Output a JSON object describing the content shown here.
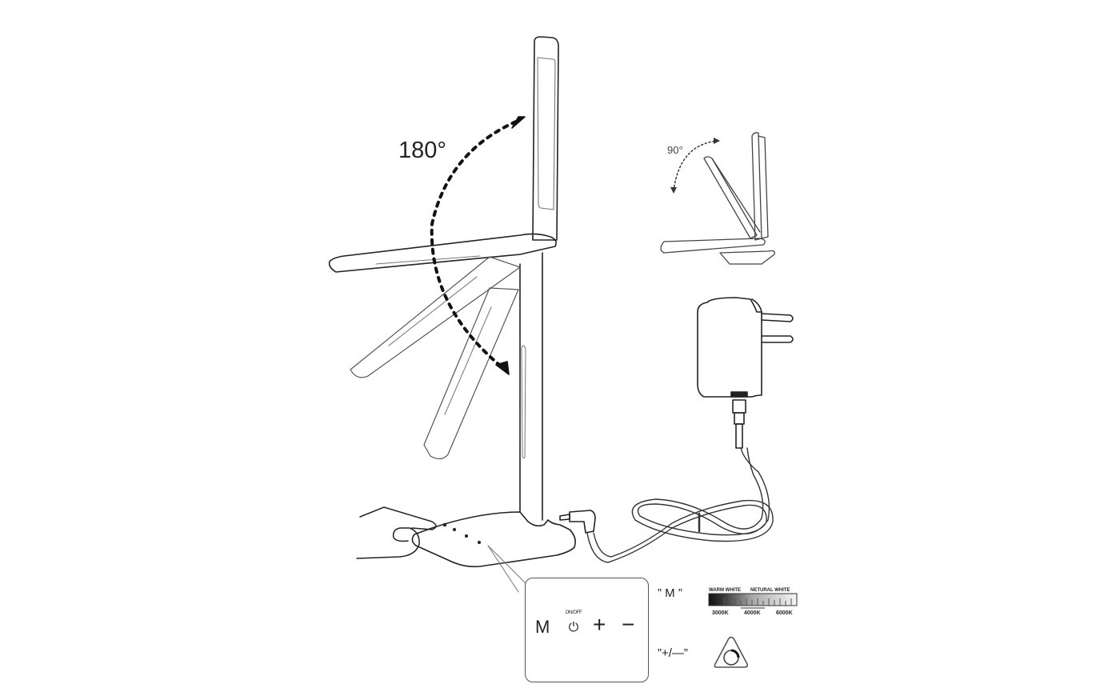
{
  "diagram": {
    "subject": "Foldable LED desk lamp usage illustration",
    "angles": {
      "main_rotation": "180°",
      "fold_rotation": "90°"
    },
    "control_panel": {
      "buttons": [
        {
          "id": "mode",
          "label": "M"
        },
        {
          "id": "power",
          "label": "ON/OFF",
          "icon": "power-icon"
        },
        {
          "id": "plus",
          "label": "+"
        },
        {
          "id": "minus",
          "label": "−"
        }
      ]
    },
    "legend": {
      "mode_caption": "” M ”",
      "brightness_caption": "”+/—”",
      "color_scale": {
        "left_title": "WARM WHITE",
        "right_title": "NETURAL WHITE",
        "ticks": [
          "3000K",
          "4000K",
          "6000K"
        ]
      },
      "dimmer_icon": "dimmer-knob-icon"
    },
    "components": [
      "lamp",
      "folded-lamp",
      "power-adapter",
      "usb-cable",
      "dc-plug",
      "hand"
    ]
  }
}
